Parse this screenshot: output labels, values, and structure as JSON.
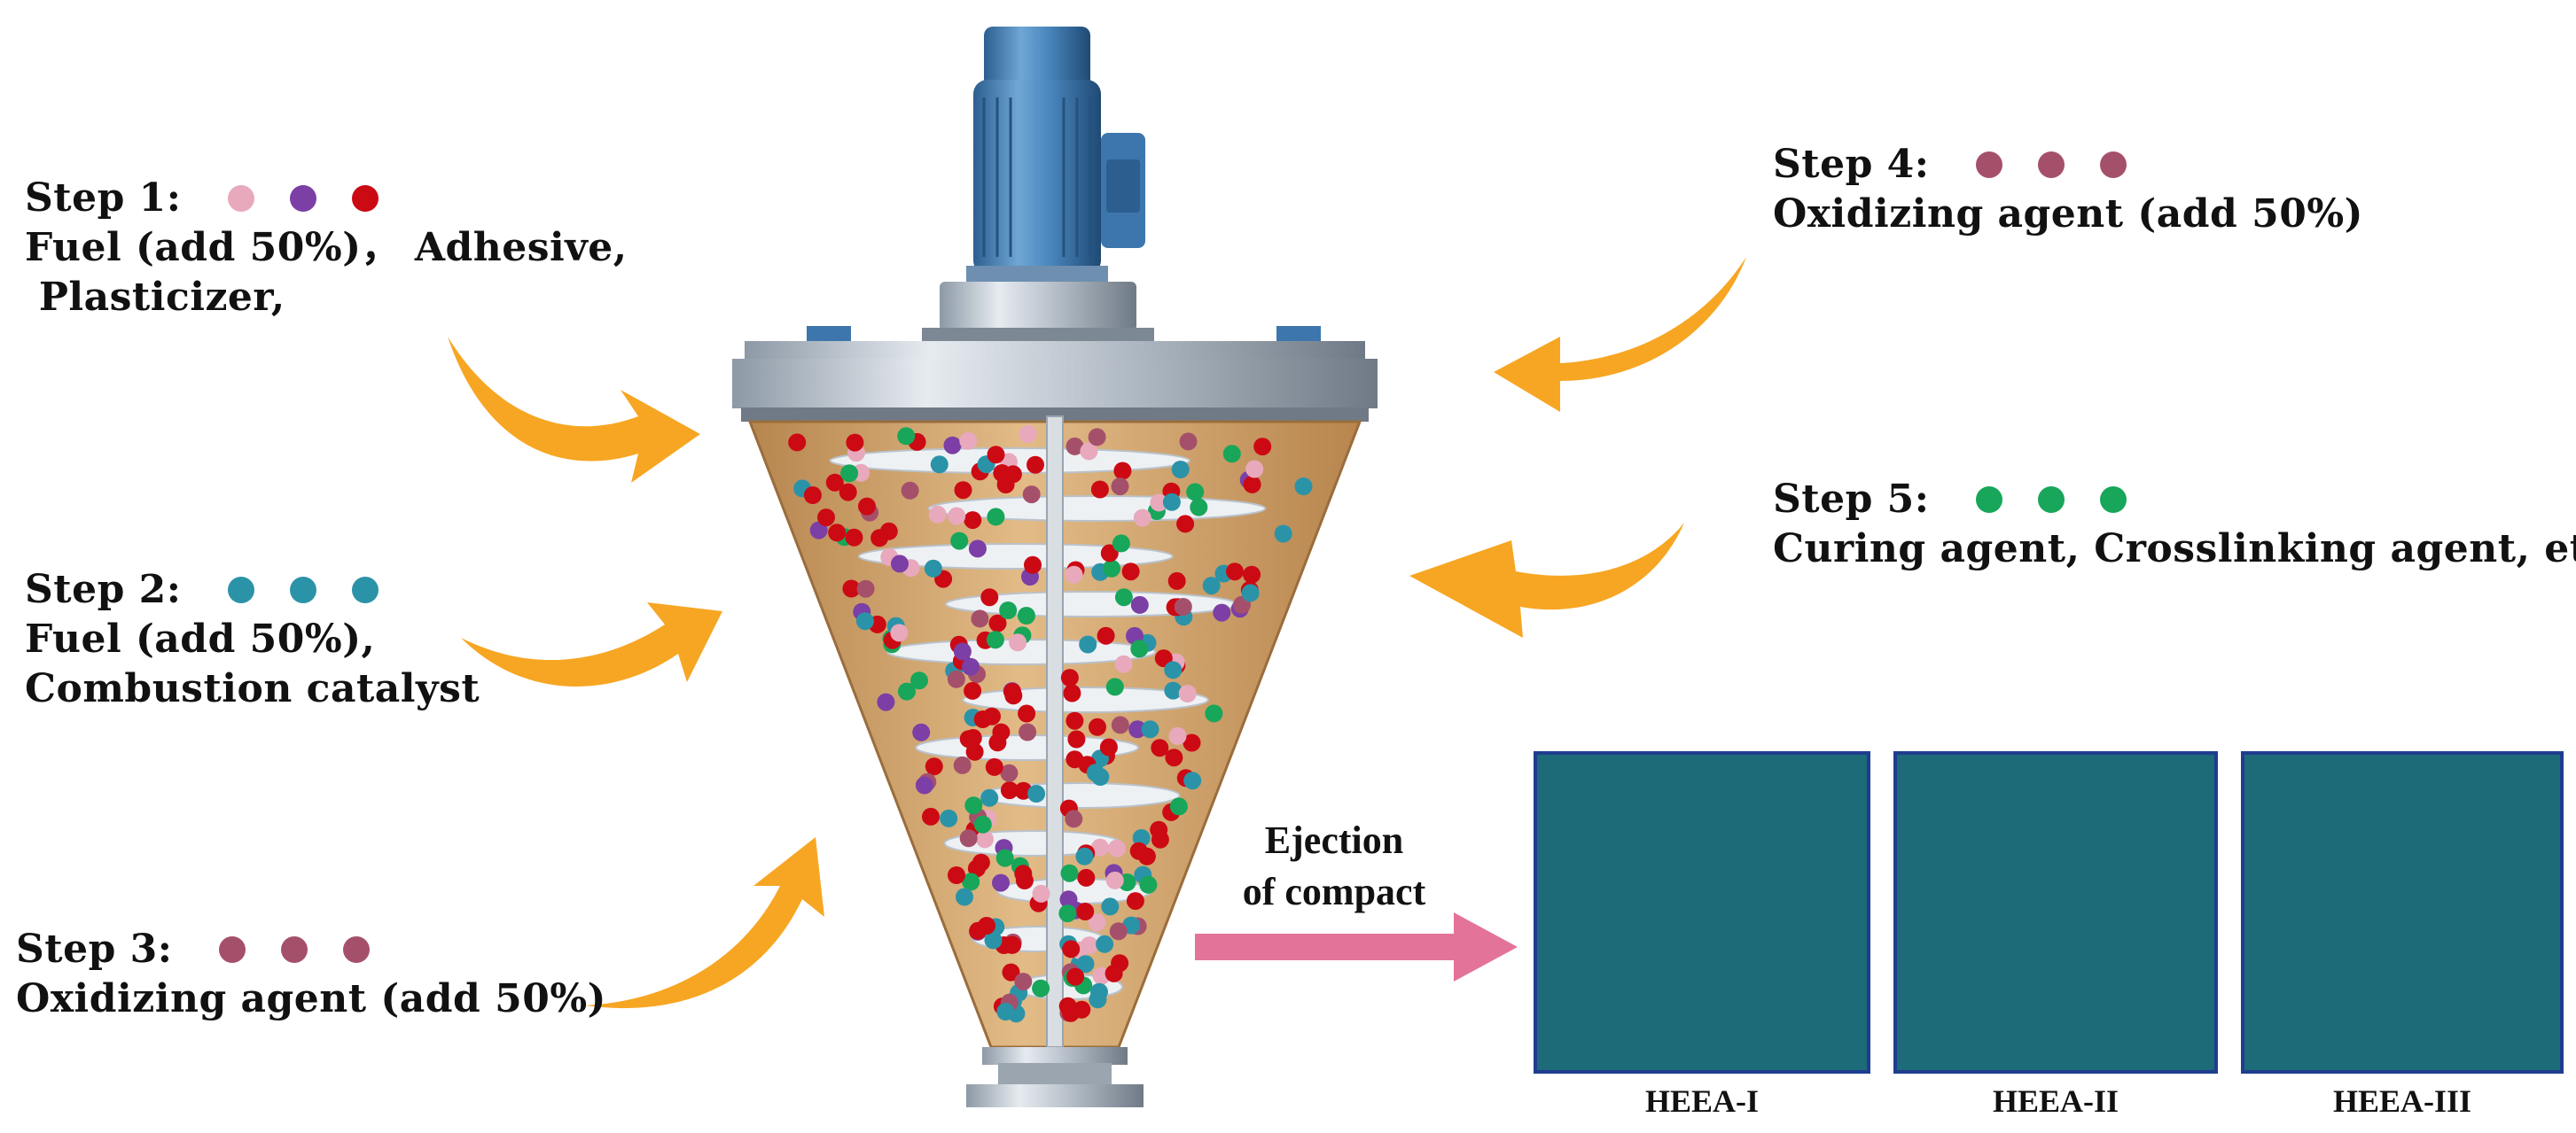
{
  "steps": [
    {
      "title": "Step 1:",
      "lines": [
        "Fuel (add 50%)， Adhesive,",
        " Plasticizer,"
      ],
      "dot_colors": [
        "#e8a9bd",
        "#7b3fa6",
        "#cc0a14"
      ]
    },
    {
      "title": "Step 2:",
      "lines": [
        "Fuel (add 50%),",
        "Combustion catalyst"
      ],
      "dot_colors": [
        "#2b93a8",
        "#2b93a8",
        "#2b93a8"
      ]
    },
    {
      "title": "Step 3:",
      "lines": [
        "Oxidizing agent (add 50%)"
      ],
      "dot_colors": [
        "#a5506b",
        "#a5506b",
        "#a5506b"
      ]
    },
    {
      "title": "Step 4:",
      "lines": [
        "Oxidizing agent (add 50%)"
      ],
      "dot_colors": [
        "#a5506b",
        "#a5506b",
        "#a5506b"
      ]
    },
    {
      "title": "Step 5:",
      "lines": [
        "Curing agent, Crosslinking agent, etc"
      ],
      "dot_colors": [
        "#17a65a",
        "#17a65a",
        "#17a65a"
      ]
    }
  ],
  "ejection": {
    "line1": "Ejection",
    "line2": "of compact"
  },
  "samples": [
    {
      "label": "HEEA-I",
      "powder_color": "#c9a26a"
    },
    {
      "label": "HEEA-II",
      "powder_color": "#6e6468"
    },
    {
      "label": "HEEA-III",
      "powder_color": "#b3aaa3"
    }
  ],
  "colors": {
    "arrow": "#f7a623",
    "eject_arrow": "#e4739a",
    "vessel_body": "#d4a46b",
    "photo_frame": "#1f3d8f"
  }
}
